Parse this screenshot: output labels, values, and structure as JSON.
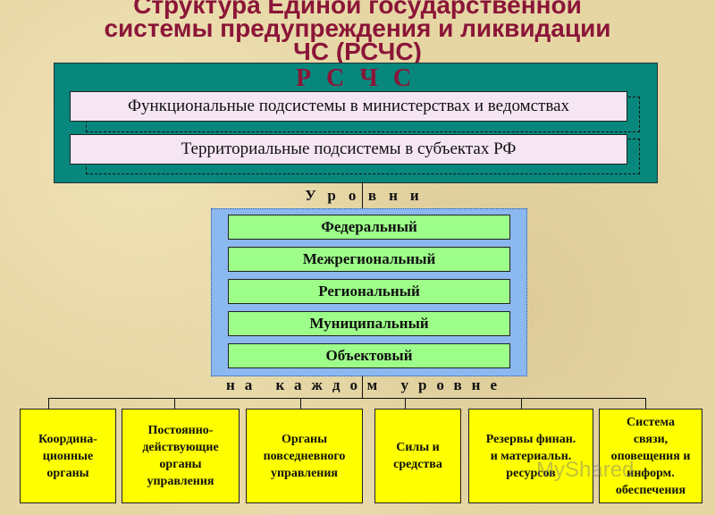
{
  "title": [
    "Структура Единой государственной",
    "системы  предупреждения и ликвидации",
    "ЧС (РСЧС)"
  ],
  "rschs": {
    "label": "Р С Ч С",
    "subsystems": [
      "Функциональные подсистемы в министерствах и ведомствах",
      "Территориальные подсистемы в субъектах РФ"
    ]
  },
  "levels_label": "Уровни",
  "levels": [
    "Федеральный",
    "Межрегиональный",
    "Региональный",
    "Муниципальный",
    "Объектовый"
  ],
  "each_level_label": "на каждом уровне",
  "components": [
    "Координа-\nционные\nорганы",
    "Постоянно-\nдействующие\nорганы\nуправления",
    "Органы\nповседневного\nуправления",
    "Силы и\nсредства",
    "Резервы финан.\nи материальн.\nресурсов",
    "Система\nсвязи,\nоповещения и\nинформ.\nобеспечения"
  ],
  "watermark": "MyShared",
  "colors": {
    "title": "#8b1538",
    "teal": "#08877d",
    "pink": "#f6e6f4",
    "blue": "#8bb8ef",
    "green": "#9dff8a",
    "yellow": "#ffff00"
  }
}
